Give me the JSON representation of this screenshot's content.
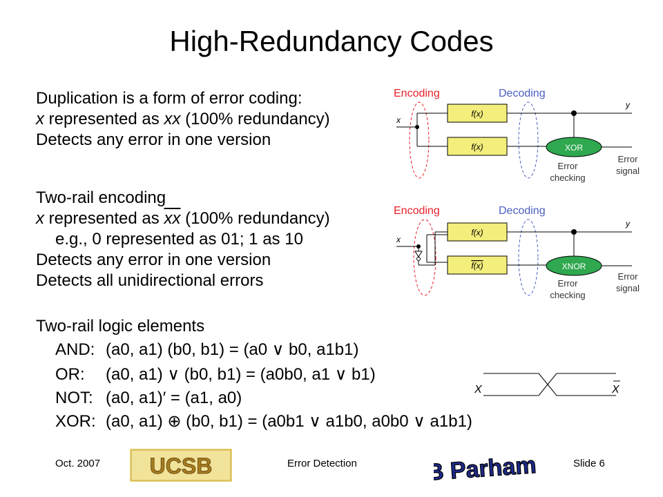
{
  "title": "High-Redundancy Codes",
  "block1": {
    "line1": "Duplication is a form of error coding:",
    "line2_x": "x",
    "line2_mid": " represented as ",
    "line2_xx": "xx",
    "line2_end": " (100% redundancy)",
    "line3": "Detects any error in one version"
  },
  "block2": {
    "line1": "Two-rail encoding",
    "line2_x": "x",
    "line2_mid": " represented as ",
    "line2_xx": "xx",
    "line2_end": " (100% redundancy)",
    "line3": "e.g., 0 represented as 01; 1 as 10",
    "line4": "Detects any error in one version",
    "line5": "Detects all unidirectional errors"
  },
  "block3": {
    "heading": "Two-rail logic elements",
    "and_label": "AND:",
    "and_expr": "(a0, a1) (b0, b1) = (a0 ∨ b0, a1b1)",
    "or_label": "OR:",
    "or_expr": "(a0, a1) ∨ (b0, b1) = (a0b0, a1 ∨ b1)",
    "not_label": "NOT:",
    "not_expr": "(a0, a1)′ = (a1, a0)",
    "xor_label": "XOR:",
    "xor_expr": "(a0, a1) ⊕ (b0, b1) = (a0b1 ∨ a1b0, a0b0 ∨ a1b1)"
  },
  "diagram1": {
    "encoding": "Encoding",
    "decoding": "Decoding",
    "input": "x",
    "output": "y",
    "f1": "f(x)",
    "f2": "f(x)",
    "gate": "XOR",
    "check1": "Error",
    "check2": "checking",
    "signal1": "Error",
    "signal2": "signal"
  },
  "diagram2": {
    "encoding": "Encoding",
    "decoding": "Decoding",
    "input": "x",
    "output": "y",
    "f1": "f(x)",
    "f2": "f(x)",
    "gate": "XNOR",
    "check1": "Error",
    "check2": "checking",
    "signal1": "Error",
    "signal2": "signal"
  },
  "crossover": {
    "left": "X",
    "right": "X"
  },
  "footer": {
    "date": "Oct. 2007",
    "center": "Error Detection",
    "slide": "Slide 6"
  },
  "logos": {
    "left": "UCSB",
    "right": "B Parhami"
  },
  "colors": {
    "encoding": "#e8202a",
    "decoding": "#4a5fc1",
    "gate_fill": "#2fa84f",
    "box_fill": "#f4ee7c"
  }
}
